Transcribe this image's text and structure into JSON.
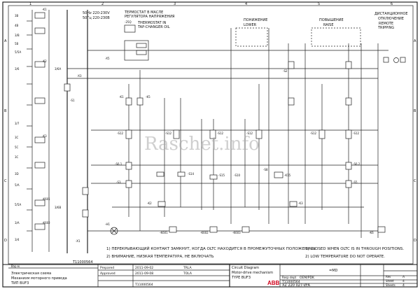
{
  "grid": {
    "columns": [
      "1",
      "2",
      "3",
      "4",
      "5",
      "6"
    ],
    "rows": [
      "A",
      "B",
      "C",
      "D"
    ]
  },
  "supply": {
    "line1": "50Hz 220-230V",
    "line2": "50Гц 220-230В"
  },
  "thermostat": {
    "ru1": "ТЕРМОСТАТ В МАСЛЕ",
    "ru2": "РЕГУЛЯТОРА НАПРЯЖЕНИЯ",
    "en1": "THERMOSTAT IN",
    "en2": "TAP-CHANGER OIL",
    "label": "-25Q"
  },
  "lower": {
    "ru": "ПОНИЖЕНИЕ",
    "en": "LOWER"
  },
  "raise": {
    "ru": "ПОВЫШЕНИЕ",
    "en": "RAISE"
  },
  "remote": {
    "ru1": "ДИСТАНЦИОННОЕ",
    "ru2": "ОТКЛЮЧЕНИЕ",
    "en1": "REMOTE",
    "en2": "TRIPPING"
  },
  "left_terminals": [
    "3B",
    "4B",
    "3/B",
    "5B",
    "5/5A",
    "3/6",
    "3/6A",
    "3/6B",
    "3/7",
    "3C",
    "5C",
    "3C",
    "3D",
    "5/A",
    "5/5A",
    "3/A",
    "3/4"
  ],
  "ref_labels": {
    "k1": "-K1",
    "k2": "-K2",
    "k3": "-K3",
    "k5": "-K5",
    "k6": "-K6",
    "k601": "-K601",
    "k602": "-K602",
    "k603": "-K603",
    "k15": "-K15",
    "s1": "-S1",
    "s12": "-S12",
    "s2": "-S2",
    "s3": "-S3",
    "s5": "-S5",
    "s61": "-S6.1",
    "s62": "-S6.2",
    "s8": "-S8",
    "s14": "-S14",
    "s15": "-S15",
    "s10": "-S10",
    "x3": "-X3",
    "x1": "-X1",
    "x5": "-X5",
    "h1": "-H1"
  },
  "notes": {
    "ru1": "1) ПЕРЕКРЫВАЮЩИЙ КОНТАКТ ЗАМКНУТ, КОГДА OLTC НАХОДИТСЯ В ПРОМЕЖУТОЧНЫХ ПОЛОЖЕНИЯХ",
    "ru2": "2) ВНИМАНИЕ, НИЗКАЯ ТЕМПЕРАТУРА, НЕ ВКЛЮЧАТЬ",
    "en1": "1) CLOSED WHEN OLTC IS IN THROUGH POSITIONS.",
    "en2": "2) LOW TEMPERATURE DO NOT OPERATE."
  },
  "ref_number": "T11000564",
  "title_block": {
    "sheet_label": "Вэр м",
    "ru_title1": "Электрическая схема",
    "ru_title2": "Механизм моторного привода",
    "ru_title3": "ТИП BUF3",
    "prepared_label": "Prepared",
    "prepared_date": "2011-09-02",
    "prepared_by": "TRLA",
    "approved_label": "Approved",
    "approved_date": "2011-09-08",
    "approved_by": "TOLA",
    "doc_title1": "Circuit Diagram",
    "doc_title2": "Motor-drive mechanism",
    "doc_title3": "TYPE BUF3",
    "logo": "ABB",
    "resp_label": "Resp dept",
    "resp_value": "OEM/PDK",
    "doc_number_small": "T11000564",
    "doc_number": "XZ 220 027-VFA",
    "code": "=MD",
    "rev_label": "Rev",
    "rev_value": "A",
    "sheet_no_label": "Sheet",
    "sheet_no": "4",
    "sheets_label": "Sheets",
    "sheets": "4"
  },
  "watermark": "Raschet.info"
}
